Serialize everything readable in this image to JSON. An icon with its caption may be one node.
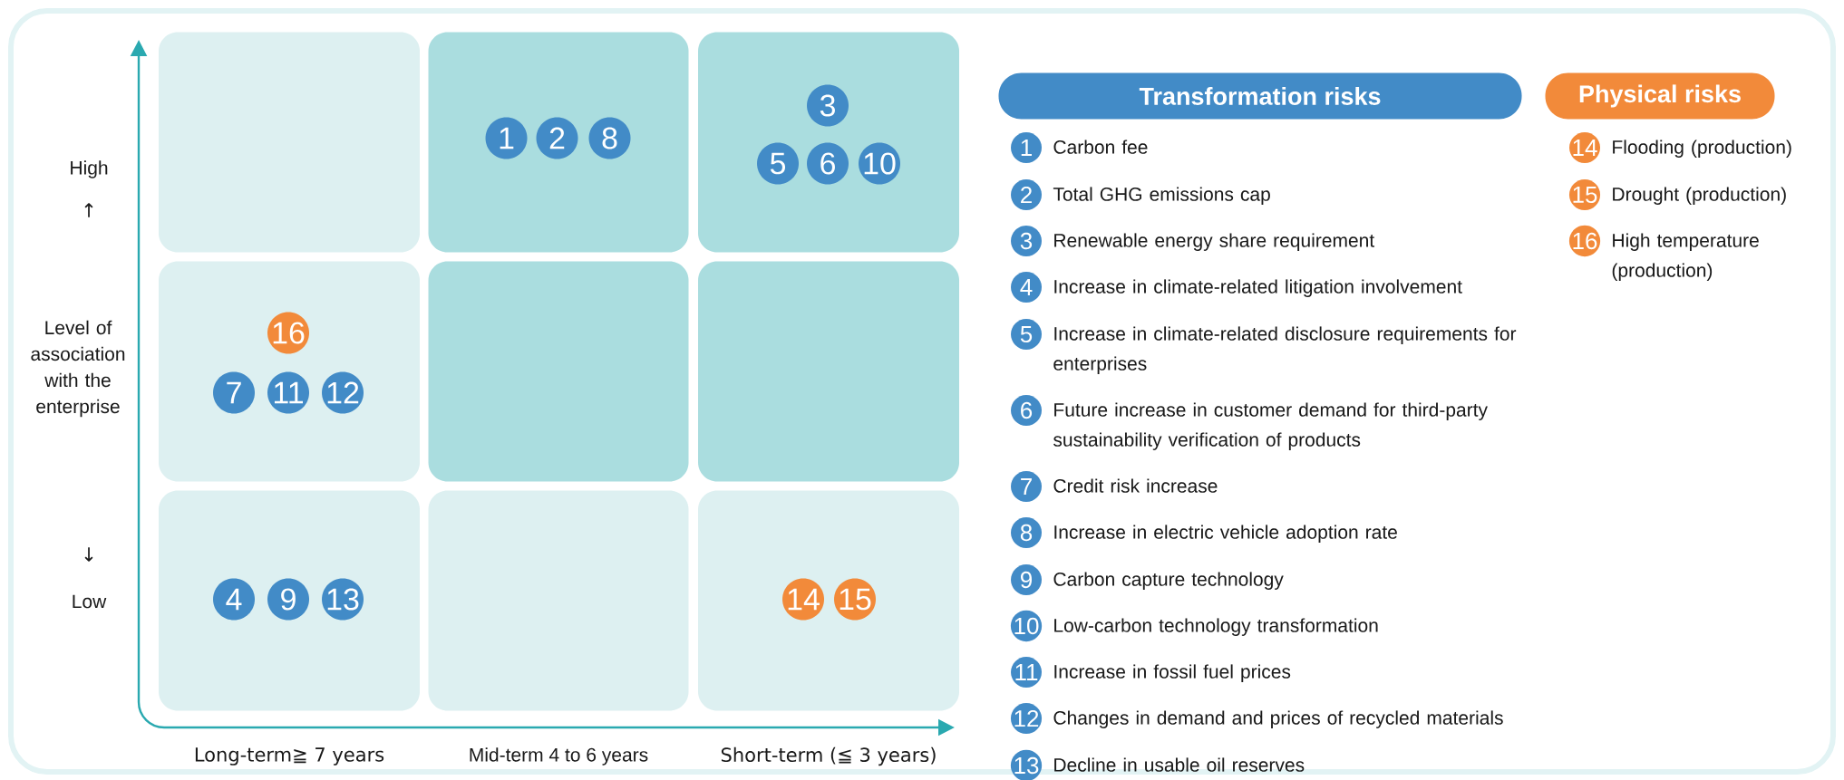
{
  "diagram": {
    "nodes": [
      {
        "text": [],
        "shape": "box"
      },
      {
        "text": [],
        "shape": "box"
      },
      {
        "text": [
          "1"
        ],
        "in": 1
      },
      {
        "text": [
          "2"
        ],
        "in": 1
      },
      {
        "text": [
          "8"
        ],
        "in": 1
      },
      {
        "text": [],
        "shape": "box"
      },
      {
        "text": [
          "3"
        ],
        "in": 5
      },
      {
        "text": [
          "5"
        ],
        "in": 5
      },
      {
        "text": [
          "6"
        ],
        "in": 5
      },
      {
        "text": [
          "10"
        ],
        "in": 5
      },
      {
        "text": [],
        "shape": "box"
      },
      {
        "text": [
          "16"
        ],
        "in": 10
      },
      {
        "text": [
          "7"
        ],
        "in": 10
      },
      {
        "text": [
          "11"
        ],
        "in": 10
      },
      {
        "text": [
          "12"
        ],
        "in": 10
      },
      {
        "text": [],
        "shape": "box"
      },
      {
        "text": [],
        "shape": "box"
      },
      {
        "text": [],
        "shape": "box"
      },
      {
        "text": [
          "4"
        ],
        "in": 17
      },
      {
        "text": [
          "9"
        ],
        "in": 17
      },
      {
        "text": [
          "13"
        ],
        "in": 17
      },
      {
        "text": [],
        "shape": "box"
      },
      {
        "text": [],
        "shape": "box"
      },
      {
        "text": [
          "14"
        ],
        "in": 22
      },
      {
        "text": [
          "15"
        ],
        "in": 22
      },
      {
        "text": [
          "1"
        ],
        "beside": [
          "Carbon fee"
        ]
      },
      {
        "text": [
          "2"
        ],
        "beside": [
          "Total GHG emissions cap"
        ]
      },
      {
        "text": [
          "3"
        ],
        "beside": [
          "Renewable energy share requirement"
        ]
      },
      {
        "text": [
          "4"
        ],
        "beside": [
          "Increase in climate-related litigation involvement"
        ]
      },
      {
        "text": [
          "5"
        ],
        "beside": [
          "Increase in climate-related disclosure requirements for enterprises"
        ]
      },
      {
        "text": [
          "6"
        ],
        "beside": [
          "Future increase in customer demand for third-party sustainability verification of products"
        ]
      },
      {
        "text": [
          "7"
        ],
        "beside": [
          "Credit risk increase"
        ]
      },
      {
        "text": [
          "8"
        ],
        "beside": [
          "Increase in electric vehicle adoption rate"
        ]
      },
      {
        "text": [
          "9"
        ],
        "beside": [
          "Carbon capture technology"
        ]
      },
      {
        "text": [
          "10"
        ],
        "beside": [
          "Low-carbon technology transformation"
        ]
      },
      {
        "text": [
          "11"
        ],
        "beside": [
          "Increase in fossil fuel prices"
        ]
      },
      {
        "text": [
          "12"
        ],
        "beside": [
          "Changes in demand and prices of recycled materials"
        ]
      },
      {
        "text": [
          "13"
        ],
        "beside": [
          "Decline in usable oil reserves"
        ]
      },
      {
        "text": [
          "14"
        ],
        "beside": [
          "Flooding (production)"
        ]
      },
      {
        "text": [
          "15"
        ],
        "beside": [
          "Drought (production)"
        ]
      },
      {
        "text": [
          "16"
        ],
        "beside": [
          "High temperature (production)"
        ]
      }
    ],
    "labels": [
      "High",
      "↑",
      "Level of association with the enterprise",
      "↓",
      "Low",
      "Long-term≧ 7 years",
      "Mid-term 4 to 6 years",
      "Short-term (≦ 3 years)"
    ],
    "legend": [
      {
        "text": "Transformation risks",
        "color": "#428bc7"
      },
      {
        "text": "Physical risks",
        "color": "#f28a3a"
      }
    ]
  }
}
